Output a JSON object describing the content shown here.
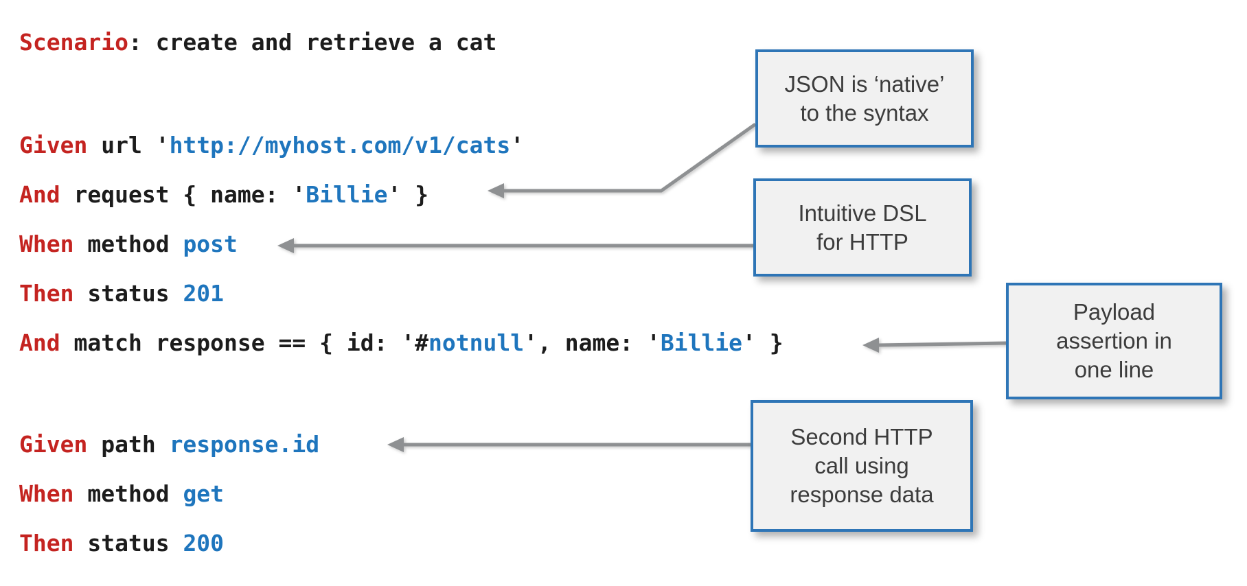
{
  "palette": {
    "keyword_red": "#c42320",
    "value_blue": "#1e75bd",
    "code_black": "#1c1c1c",
    "box_border_blue": "#2e75b6",
    "box_fill": "#f1f1f1",
    "arrow_gray": "#8e9092",
    "callout_text": "#3c3c3c"
  },
  "code": {
    "lines": [
      {
        "segments": [
          {
            "text": "Scenario",
            "color": "keyword_red"
          },
          {
            "text": ": create and retrieve a cat",
            "color": "code_black"
          }
        ]
      },
      {
        "segments": [
          {
            "text": "Given",
            "color": "keyword_red"
          },
          {
            "text": " url '",
            "color": "code_black"
          },
          {
            "text": "http://myhost.com/v1/cats",
            "color": "value_blue"
          },
          {
            "text": "'",
            "color": "code_black"
          }
        ]
      },
      {
        "segments": [
          {
            "text": "And",
            "color": "keyword_red"
          },
          {
            "text": " request { name: '",
            "color": "code_black"
          },
          {
            "text": "Billie",
            "color": "value_blue"
          },
          {
            "text": "' }",
            "color": "code_black"
          }
        ]
      },
      {
        "segments": [
          {
            "text": "When",
            "color": "keyword_red"
          },
          {
            "text": " method ",
            "color": "code_black"
          },
          {
            "text": "post",
            "color": "value_blue"
          }
        ]
      },
      {
        "segments": [
          {
            "text": "Then",
            "color": "keyword_red"
          },
          {
            "text": " status ",
            "color": "code_black"
          },
          {
            "text": "201",
            "color": "value_blue"
          }
        ]
      },
      {
        "segments": [
          {
            "text": "And",
            "color": "keyword_red"
          },
          {
            "text": " match response == { id: '#",
            "color": "code_black"
          },
          {
            "text": "notnull",
            "color": "value_blue"
          },
          {
            "text": "', name: '",
            "color": "code_black"
          },
          {
            "text": "Billie",
            "color": "value_blue"
          },
          {
            "text": "' }",
            "color": "code_black"
          }
        ]
      },
      {
        "segments": [
          {
            "text": "Given",
            "color": "keyword_red"
          },
          {
            "text": " path ",
            "color": "code_black"
          },
          {
            "text": "response.id",
            "color": "value_blue"
          }
        ]
      },
      {
        "segments": [
          {
            "text": "When",
            "color": "keyword_red"
          },
          {
            "text": " method ",
            "color": "code_black"
          },
          {
            "text": "get",
            "color": "value_blue"
          }
        ]
      },
      {
        "segments": [
          {
            "text": "Then",
            "color": "keyword_red"
          },
          {
            "text": " status ",
            "color": "code_black"
          },
          {
            "text": "200",
            "color": "value_blue"
          }
        ]
      }
    ]
  },
  "callouts": [
    {
      "text": "JSON is ‘native’\nto the syntax"
    },
    {
      "text": "Intuitive DSL\nfor HTTP"
    },
    {
      "text": "Payload\nassertion in\none line"
    },
    {
      "text": "Second HTTP\ncall using\nresponse data"
    }
  ]
}
